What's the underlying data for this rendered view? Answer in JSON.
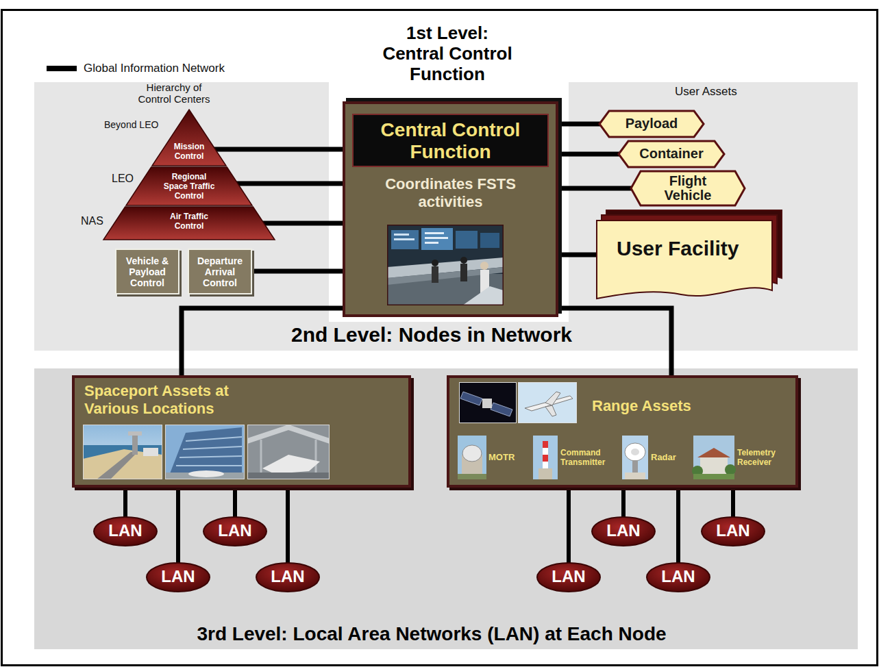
{
  "diagram": {
    "nodes": [
      {
        "text": [
          "Mission Control"
        ]
      },
      {
        "text": [
          "Regional Space Traffic Control"
        ]
      },
      {
        "text": [
          "Air Traffic Control"
        ]
      },
      {
        "text": [
          "Vehicle & Payload Control"
        ]
      },
      {
        "text": [
          "Departure Arrival Control"
        ]
      },
      {
        "text": [
          "Coordinates FSTS activities"
        ]
      },
      {
        "text": [
          "Central Control Function"
        ],
        "in": 5
      },
      {
        "text": [
          "Payload"
        ]
      },
      {
        "text": [
          "Container"
        ]
      },
      {
        "text": [
          "Flight Vehicle"
        ]
      },
      {
        "text": [
          "User Facility"
        ]
      },
      {
        "text": [
          "Spaceport Assets at Various Locations"
        ]
      },
      {
        "text": [
          "Range Assets"
        ]
      },
      {
        "text": [
          "LAN"
        ]
      },
      {
        "text": [
          "LAN"
        ]
      },
      {
        "text": [
          "LAN"
        ]
      },
      {
        "text": [
          "LAN"
        ]
      },
      {
        "text": [
          "LAN"
        ]
      },
      {
        "text": [
          "LAN"
        ]
      },
      {
        "text": [
          "LAN"
        ]
      },
      {
        "text": [
          "LAN"
        ]
      }
    ],
    "edges": [
      {
        "from": 0,
        "to": 5,
        "arrow": "none"
      },
      {
        "from": 1,
        "to": 5,
        "arrow": "none"
      },
      {
        "from": 2,
        "to": 5,
        "arrow": "none"
      },
      {
        "from": 4,
        "to": 5,
        "arrow": "none"
      },
      {
        "from": 5,
        "to": 7,
        "arrow": "none"
      },
      {
        "from": 5,
        "to": 8,
        "arrow": "none"
      },
      {
        "from": 5,
        "to": 9,
        "arrow": "none"
      },
      {
        "from": 5,
        "to": 10,
        "arrow": "none"
      },
      {
        "from": 5,
        "to": 11,
        "arrow": "none"
      },
      {
        "from": 5,
        "to": 12,
        "arrow": "none"
      },
      {
        "from": 11,
        "to": 13,
        "arrow": "none"
      },
      {
        "from": 11,
        "to": 14,
        "arrow": "none"
      },
      {
        "from": 11,
        "to": 15,
        "arrow": "none"
      },
      {
        "from": 11,
        "to": 16,
        "arrow": "none"
      },
      {
        "from": 12,
        "to": 17,
        "arrow": "none"
      },
      {
        "from": 12,
        "to": 18,
        "arrow": "none"
      },
      {
        "from": 12,
        "to": 19,
        "arrow": "none"
      },
      {
        "from": 12,
        "to": 20,
        "arrow": "none"
      }
    ],
    "labels": [
      "1st Level: Central Control Function",
      "Hierarchy of Control Centers",
      "Beyond LEO",
      "LEO",
      "NAS",
      "User Assets",
      "MOTR",
      "Command Transmitter",
      "Radar",
      "Telemetry Receiver",
      "2nd Level: Nodes in Network",
      "3rd Level: Local Area Networks (LAN) at Each Node"
    ],
    "legend": [
      {
        "text": "Global Information Network"
      }
    ]
  }
}
